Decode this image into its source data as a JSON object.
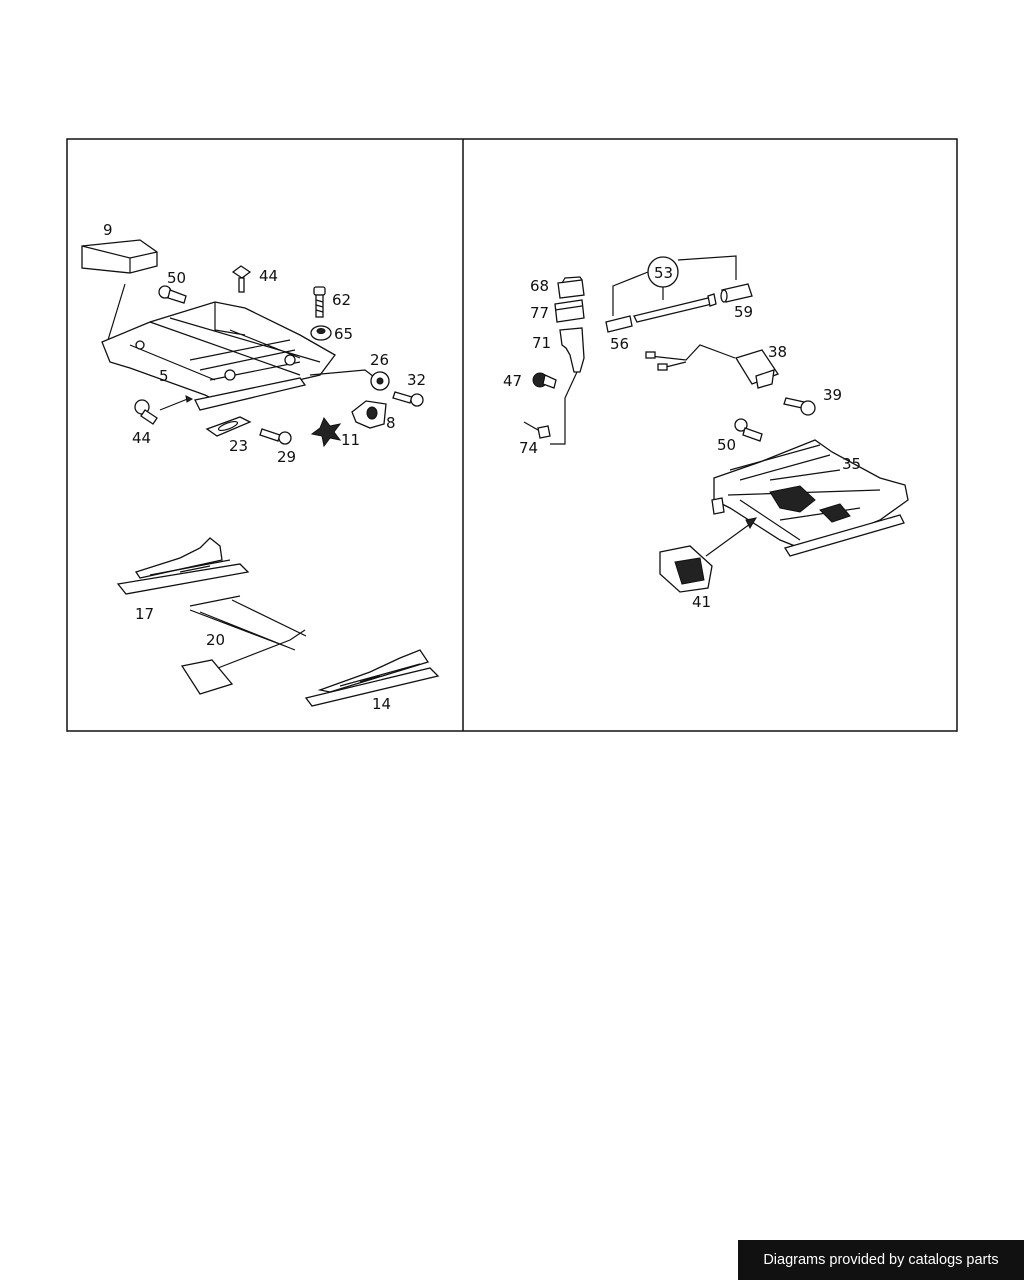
{
  "left_panel": {
    "callouts": [
      "9",
      "50",
      "44",
      "62",
      "65",
      "5",
      "26",
      "32",
      "44",
      "8",
      "23",
      "29",
      "11",
      "17",
      "20",
      "14"
    ]
  },
  "right_panel": {
    "callouts": [
      "53",
      "68",
      "77",
      "71",
      "47",
      "74",
      "59",
      "56",
      "38",
      "39",
      "50",
      "35",
      "41"
    ]
  },
  "footer": {
    "credit": "Diagrams provided by catalogs parts"
  }
}
